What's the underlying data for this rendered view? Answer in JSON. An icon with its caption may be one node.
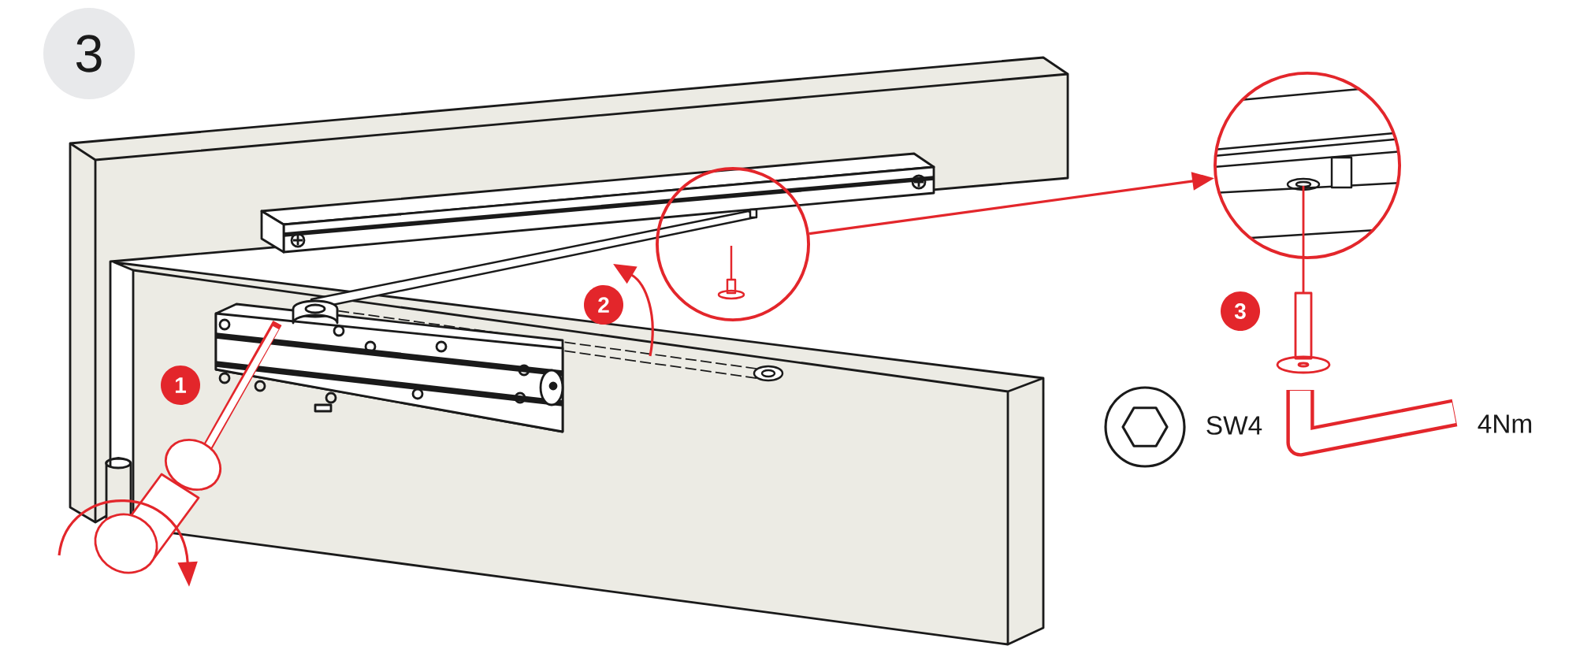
{
  "diagram": {
    "nodes": [
      {
        "text": [],
        "shape": "circle"
      },
      {
        "text": [],
        "shape": "circle"
      }
    ],
    "edges": [
      {
        "from": 0,
        "to": 1,
        "arrow": "to"
      }
    ],
    "labels": [
      "3",
      "1",
      "2",
      "3",
      "SW4",
      "4Nm"
    ]
  }
}
